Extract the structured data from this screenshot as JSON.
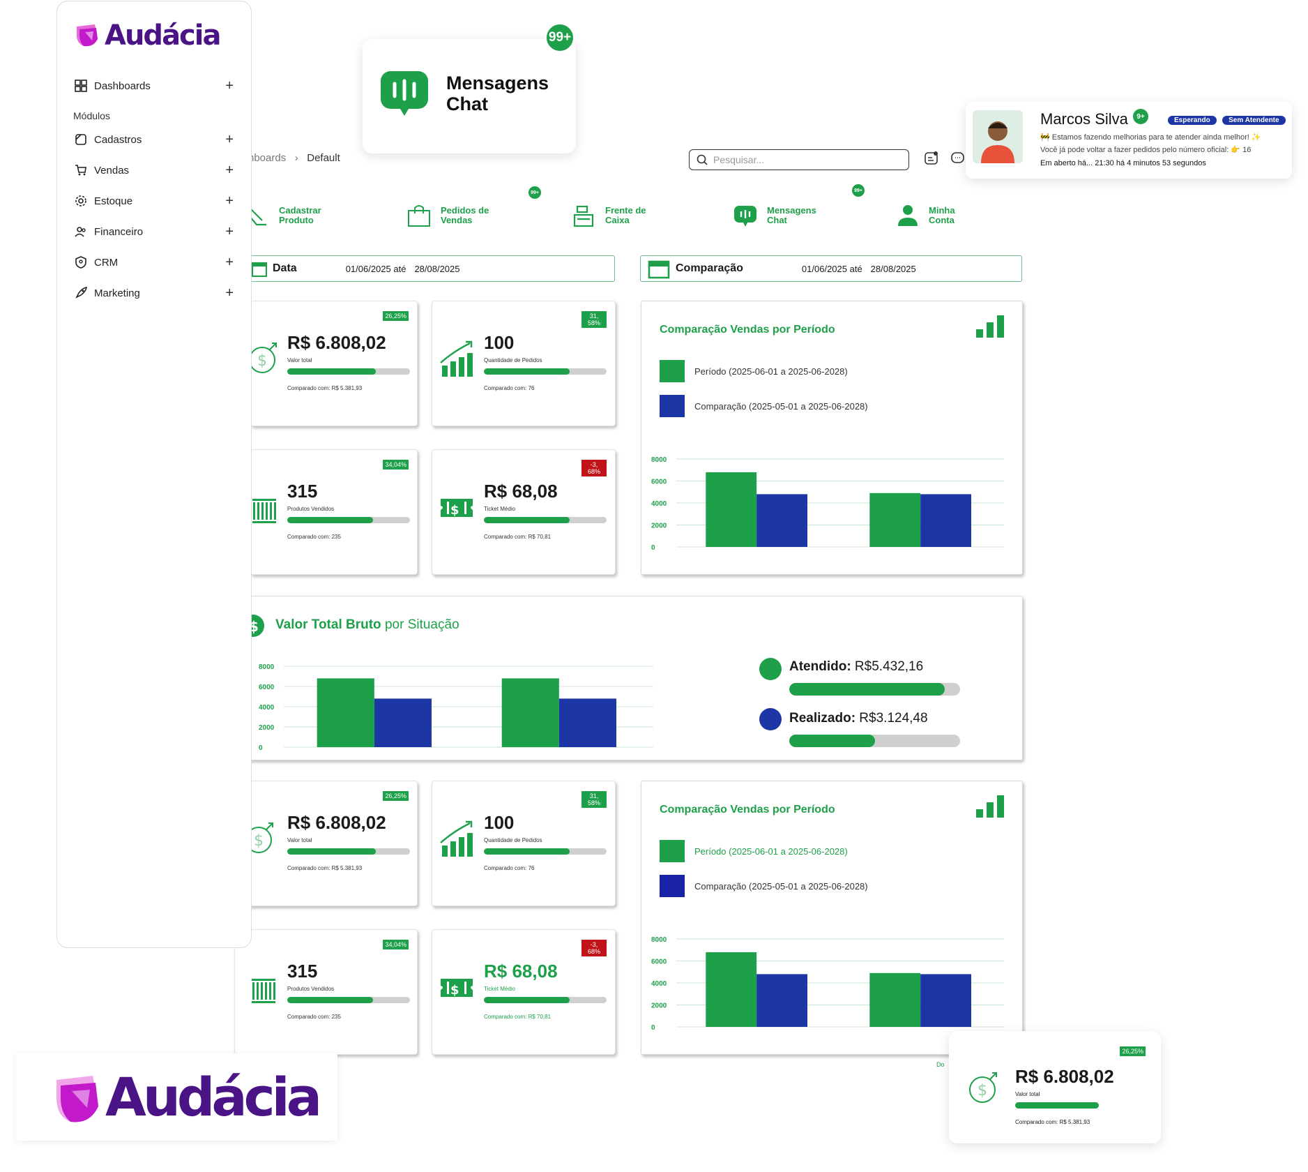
{
  "brand": {
    "name": "Audácia",
    "colors": {
      "purple": "#4a1486",
      "magenta": "#c21acb",
      "green": "#1ea04a",
      "blue": "#1d36a6",
      "red": "#c0141a"
    }
  },
  "sidebar": {
    "section_label": "Módulos",
    "items": [
      {
        "label": "Dashboards",
        "icon": "grid-icon"
      },
      {
        "label": "Cadastros",
        "icon": "box-icon"
      },
      {
        "label": "Vendas",
        "icon": "cart-icon"
      },
      {
        "label": "Estoque",
        "icon": "gear-icon"
      },
      {
        "label": "Financeiro",
        "icon": "users-icon"
      },
      {
        "label": "CRM",
        "icon": "shield-icon"
      },
      {
        "label": "Marketing",
        "icon": "rocket-icon"
      }
    ]
  },
  "header": {
    "breadcrumb": [
      "hboards",
      "Default"
    ],
    "search_placeholder": "Pesquisar..."
  },
  "chat_popup": {
    "title_line1": "Mensagens",
    "title_line2": "Chat",
    "badge": "99+"
  },
  "user_popup": {
    "name": "Marcos Silva",
    "badge": "9+",
    "tags": [
      "Esperando",
      "Sem Atendente"
    ],
    "line1": "🚧 Estamos fazendo melhorias para te atender ainda melhor! ✨",
    "line2": "Você já pode voltar a fazer pedidos pelo número oficial: 👉 16",
    "line3": "Em aberto há... 21:30 há 4 minutos 53 segundos"
  },
  "shortcuts": [
    {
      "label1": "Cadastrar",
      "label2": "Produto",
      "icon": "pencil-icon"
    },
    {
      "label1": "Pedidos de",
      "label2": "Vendas",
      "icon": "bag-icon",
      "badge": "99+"
    },
    {
      "label1": "Frente de",
      "label2": "Caixa",
      "icon": "register-icon"
    },
    {
      "label1": "Mensagens",
      "label2": "Chat",
      "icon": "chat-icon",
      "badge": "99+"
    },
    {
      "label1": "Minha",
      "label2": "Conta",
      "icon": "user-icon"
    }
  ],
  "date_filter": {
    "label": "Data",
    "from": "01/06/2025 até",
    "to": "28/08/2025"
  },
  "compare_filter": {
    "label": "Comparação",
    "from": "01/06/2025 até",
    "to": "28/08/2025"
  },
  "kpis": [
    {
      "value": "R$ 6.808,02",
      "sub": "Valor total",
      "pct": "26,25%",
      "compare": "Comparado com: R$ 5.381,93",
      "fill": 0.72,
      "negative": false
    },
    {
      "value": "100",
      "sub": "Quantidade de Pedidos",
      "pct": "31, 58%",
      "compare": "Comparado com: 76",
      "fill": 0.7,
      "negative": false
    },
    {
      "value": "315",
      "sub": "Produtos Vendidos",
      "pct": "34,04%",
      "compare": "Comparado com: 235",
      "fill": 0.7,
      "negative": false
    },
    {
      "value": "R$ 68,08",
      "sub": "Ticket Médio",
      "pct": "-3, 68%",
      "compare": "Comparado com: R$ 70,81",
      "fill": 0.7,
      "negative": true
    }
  ],
  "comparison_panel": {
    "title": "Comparação Vendas por Período",
    "legend": [
      "Período (2025-06-01 a 2025-06-2028)",
      "Comparação (2025-05-01 a 2025-06-2028)"
    ]
  },
  "status_panel": {
    "title_bold": "Valor Total Bruto",
    "title_rest": " por Situação",
    "items": [
      {
        "label": "Atendido:",
        "value": " R$5.432,16",
        "fill": 0.91
      },
      {
        "label": "Realizado:",
        "value": " R$3.124,48",
        "fill": 0.5
      }
    ]
  },
  "footer_partial": "Do",
  "chart_data": [
    {
      "type": "bar",
      "title": "Comparação Vendas por Período",
      "categories": [
        "",
        ""
      ],
      "series": [
        {
          "name": "Período (2025-06-01 a 2025-06-2028)",
          "values": [
            6800,
            4900
          ],
          "color": "#1ea04a"
        },
        {
          "name": "Comparação (2025-05-01 a 2025-06-2028)",
          "values": [
            4800,
            4800
          ],
          "color": "#1d36a6"
        }
      ],
      "yticks": [
        "8000",
        "6000",
        "4000",
        "2000",
        "0"
      ],
      "ylim": [
        0,
        8000
      ]
    },
    {
      "type": "bar",
      "title": "Valor Total Bruto por Situação",
      "categories": [
        "",
        ""
      ],
      "series": [
        {
          "name": "",
          "values": [
            6800,
            6800
          ],
          "color": "#1ea04a"
        },
        {
          "name": "",
          "values": [
            4800,
            4800
          ],
          "color": "#1d36a6"
        }
      ],
      "yticks": [
        "8000",
        "6000",
        "4000",
        "2000",
        "0"
      ],
      "ylim": [
        0,
        8000
      ]
    }
  ]
}
